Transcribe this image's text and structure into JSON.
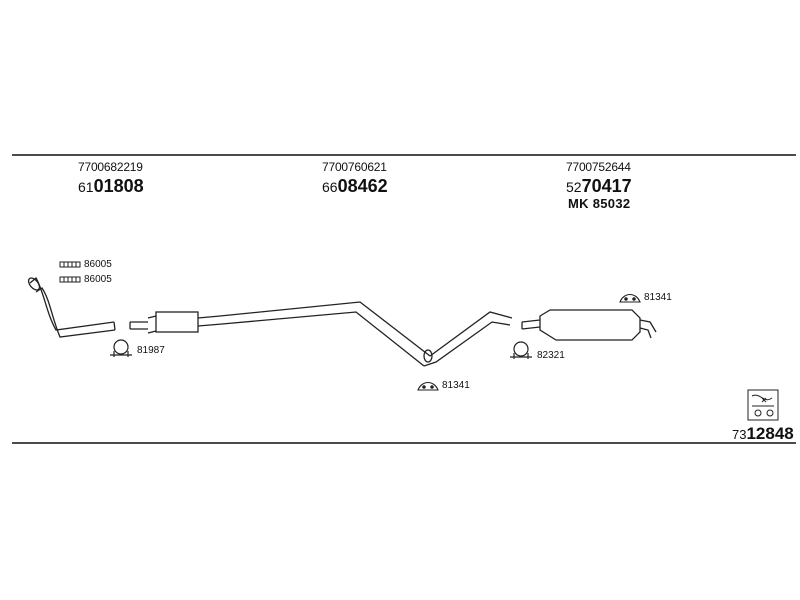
{
  "columns": [
    {
      "ref": "7700682219",
      "code_prefix": "61",
      "code_main": "01808"
    },
    {
      "ref": "7700760621",
      "code_prefix": "66",
      "code_main": "08462"
    },
    {
      "ref": "7700752644",
      "code_prefix": "52",
      "code_main": "70417",
      "extra": "MK  85032"
    }
  ],
  "parts": {
    "strap_top": "86005",
    "strap_bottom": "86005",
    "clamp_left": "81987",
    "rubber_mid": "81341",
    "rubber_right": "81341",
    "clamp_right": "82321"
  },
  "diagram_code": {
    "prefix": "73",
    "main": "12848"
  },
  "icon": "exhaust-diagram-symbol-icon"
}
